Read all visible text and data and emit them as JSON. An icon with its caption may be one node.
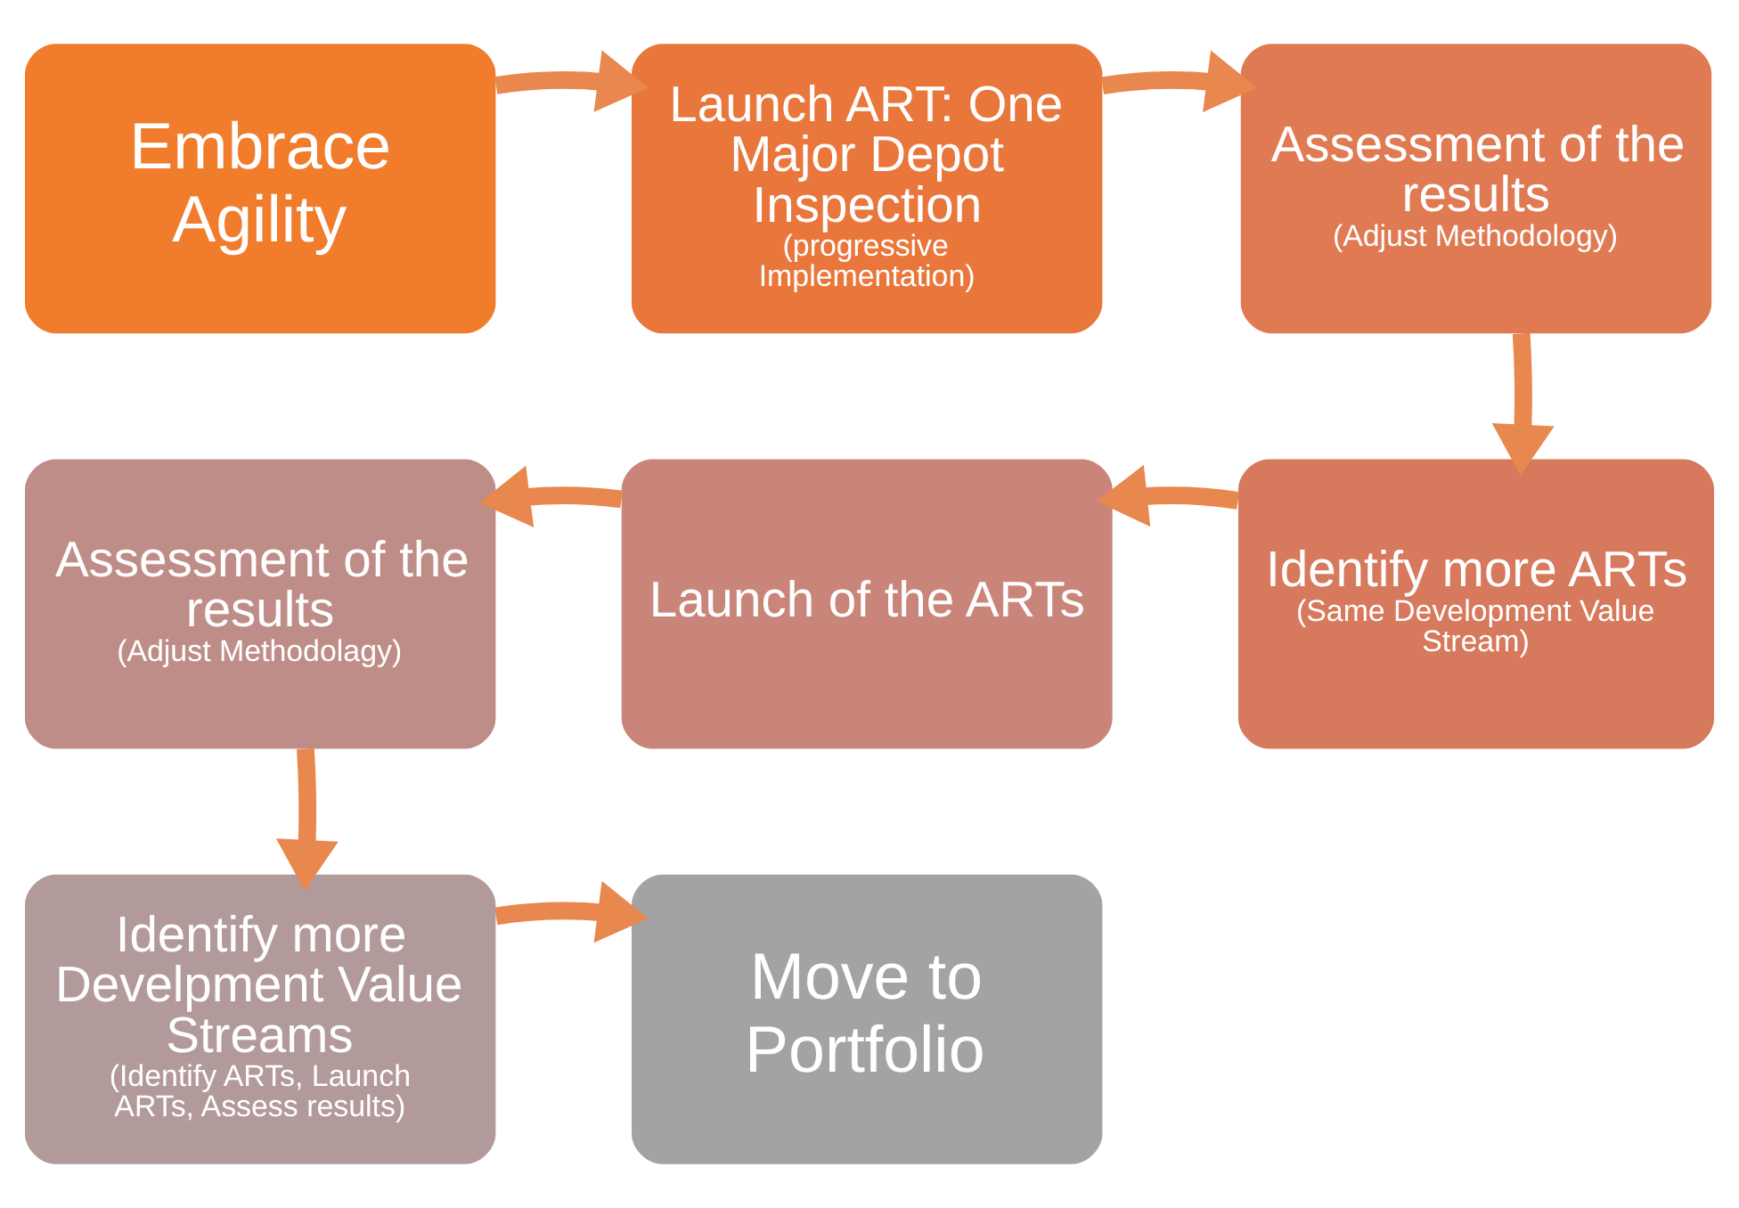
{
  "diagram": {
    "nodes": [
      {
        "text": [
          "Embrace Agility"
        ]
      },
      {
        "text": [
          "Launch ART: One Major Depot Inspection",
          "(progressive Implementation)"
        ]
      },
      {
        "text": [
          "Assessment of the results",
          "(Adjust Methodology)"
        ]
      },
      {
        "text": [
          "Identify more ARTs",
          "(Same Development Value Stream)"
        ]
      },
      {
        "text": [
          "Launch of the ARTs"
        ]
      },
      {
        "text": [
          "Assessment of the results",
          "(Adjust Methodolagy)"
        ]
      },
      {
        "text": [
          "Identify more Develpment Value Streams",
          "(Identify ARTs, Launch ARTs, Assess results)"
        ]
      },
      {
        "text": [
          "Move to Portfolio"
        ]
      }
    ],
    "edges": [
      {
        "from": 0,
        "to": 1,
        "arrow": "to"
      },
      {
        "from": 1,
        "to": 2,
        "arrow": "to"
      },
      {
        "from": 2,
        "to": 3,
        "arrow": "to"
      },
      {
        "from": 3,
        "to": 4,
        "arrow": "to"
      },
      {
        "from": 4,
        "to": 5,
        "arrow": "to"
      },
      {
        "from": 5,
        "to": 6,
        "arrow": "to"
      },
      {
        "from": 6,
        "to": 7,
        "arrow": "to"
      }
    ]
  }
}
